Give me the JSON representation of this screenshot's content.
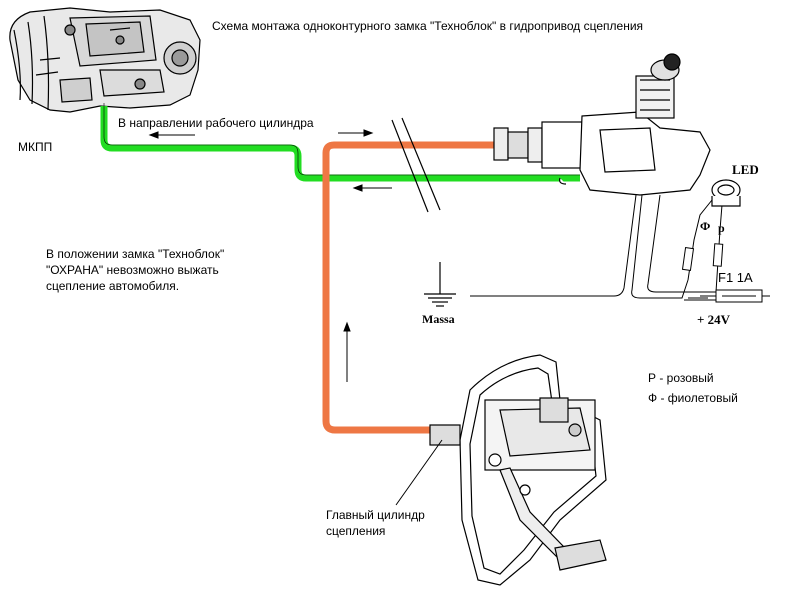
{
  "title": "Схема монтажа одноконтурного замка \"Техноблок\" в гидропривод сцепления",
  "labels": {
    "gearbox": "МКПП",
    "direction": "В направлении рабочего цилиндра",
    "note_line1": "В положении замка \"Техноблок\"",
    "note_line2": "\"ОХРАНА\" невозможно выжать",
    "note_line3": "сцепление автомобиля.",
    "ground": "Massa",
    "led": "LED",
    "wire_f": "Ф",
    "wire_p": "р",
    "fuse": "F1 1A",
    "power": "+ 24V",
    "legend_p": "Р - розовый",
    "legend_f": "Ф - фиолетовый",
    "master_line1": "Главный цилиндр",
    "master_line2": "сцепления"
  },
  "colors": {
    "green_line": "#22dd22",
    "orange_line": "#ee7744",
    "ink": "#000000"
  }
}
